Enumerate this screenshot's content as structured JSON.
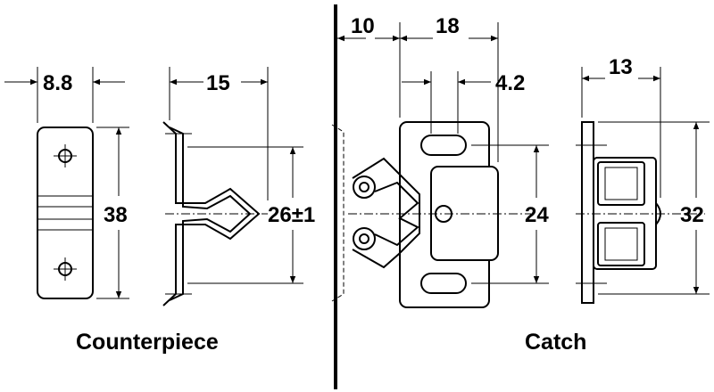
{
  "counterpiece": {
    "label": "Counterpiece",
    "width_dim": "8.8",
    "depth_dim": "15",
    "height_dim": "38",
    "hole_spacing_dim": "26±1"
  },
  "catch": {
    "label": "Catch",
    "offset_dim": "10",
    "width_dim": "18",
    "slot_dim": "4.2",
    "hole_spacing_dim": "24",
    "depth_dim": "13",
    "height_dim": "32"
  }
}
